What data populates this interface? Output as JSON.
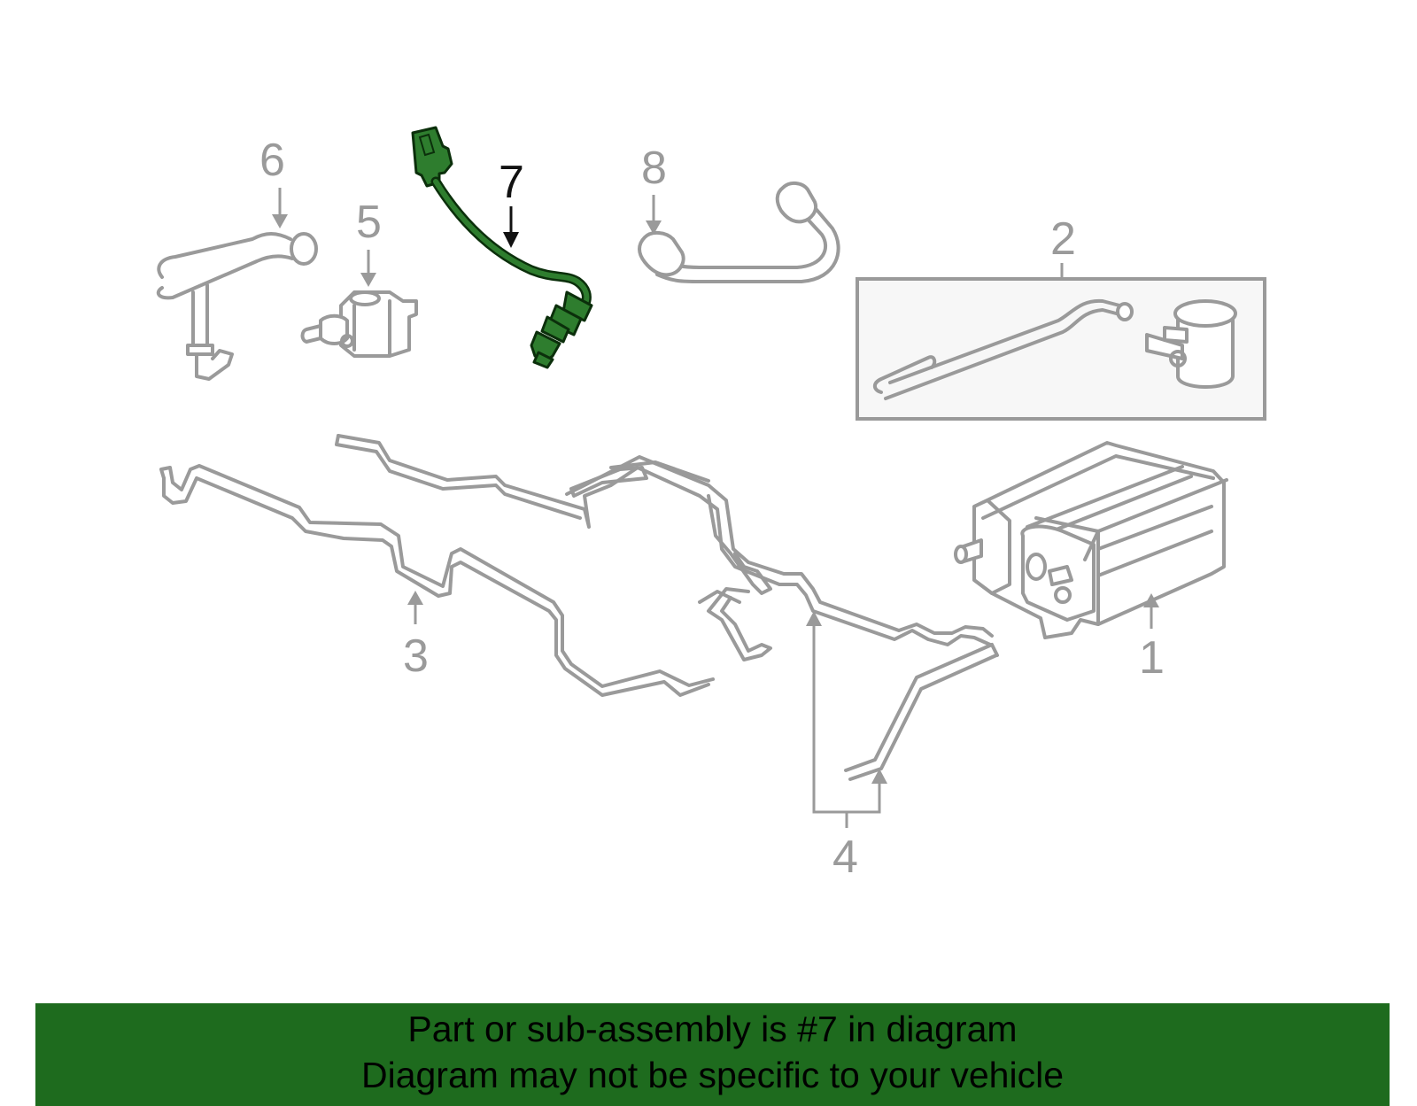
{
  "callouts": {
    "p1": "1",
    "p2": "2",
    "p3": "3",
    "p4": "4",
    "p5": "5",
    "p6": "6",
    "p7": "7",
    "p8": "8"
  },
  "highlight_color": "#2e7d2e",
  "banner": {
    "color": "#1e6b1e",
    "line1": "Part or sub-assembly is #7 in diagram",
    "line2": "Diagram may not be specific to your vehicle"
  }
}
